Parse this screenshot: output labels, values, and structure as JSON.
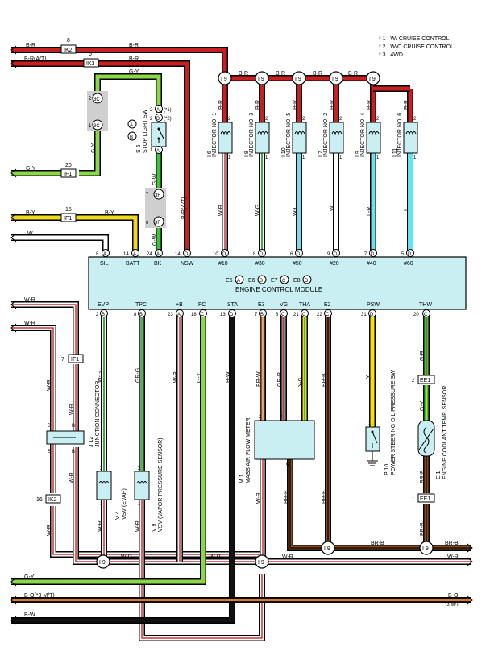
{
  "notes": [
    "* 1 : W/ CRUISE CONTROL",
    "* 2 : W/O CRUISE CONTROL",
    "* 3 : 4WD"
  ],
  "ecm": {
    "name": "ENGINE CONTROL MODULE",
    "connectors": [
      "E5",
      "E6",
      "E7",
      "E8"
    ],
    "connector_letters": [
      "A",
      "B",
      "C",
      "D"
    ],
    "top_pins": [
      {
        "label": "SIL",
        "num": "8",
        "conn": "A"
      },
      {
        "label": "BATT",
        "num": "14",
        "conn": "A"
      },
      {
        "label": "BK",
        "num": "24",
        "conn": "A"
      },
      {
        "label": "NSW",
        "num": "14",
        "conn": "D"
      },
      {
        "label": "#10",
        "num": "10",
        "conn": "D"
      },
      {
        "label": "#30",
        "num": "8",
        "conn": "D"
      },
      {
        "label": "#50",
        "num": "6",
        "conn": "D"
      },
      {
        "label": "#20",
        "num": "9",
        "conn": "D"
      },
      {
        "label": "#40",
        "num": "7",
        "conn": "D"
      },
      {
        "label": "#60",
        "num": "5",
        "conn": "D"
      }
    ],
    "bottom_pins": [
      {
        "label": "EVP",
        "num": "2",
        "conn": "B"
      },
      {
        "label": "TPC",
        "num": "8",
        "conn": "B"
      },
      {
        "label": "+B",
        "num": "23",
        "conn": "A"
      },
      {
        "label": "FC",
        "num": "18",
        "conn": "C"
      },
      {
        "label": "STA",
        "num": "13",
        "conn": "D"
      },
      {
        "label": "E3",
        "num": "7",
        "conn": "B"
      },
      {
        "label": "VG",
        "num": "8",
        "conn": "C"
      },
      {
        "label": "THA",
        "num": "21",
        "conn": "C"
      },
      {
        "label": "E2",
        "num": "22",
        "conn": "C"
      },
      {
        "label": "PSW",
        "num": "31",
        "conn": "D"
      },
      {
        "label": "THW",
        "num": "20",
        "conn": "C"
      }
    ]
  },
  "left_wires": [
    {
      "color": "B-R",
      "tag": "IK2",
      "pin": "8"
    },
    {
      "color": "B-R(A/T)",
      "tag": "IK3",
      "pin": "6"
    },
    {
      "color": "G-Y",
      "tag": "IF1",
      "pin": "20"
    },
    {
      "color": "B-Y",
      "tag": "IF1",
      "pin": "15"
    },
    {
      "color": "W"
    },
    {
      "color": "W-R"
    },
    {
      "color": "W-R"
    },
    {
      "color": "G-Y"
    },
    {
      "color": "B-O(*3 M/T)"
    },
    {
      "color": "B-W"
    }
  ],
  "injectors": [
    {
      "id": "I 6",
      "name": "INJECTOR NO. 1",
      "wire": "W-R"
    },
    {
      "id": "I 8",
      "name": "INJECTOR NO. 3",
      "wire": "W-G"
    },
    {
      "id": "I 10",
      "name": "INJECTOR NO. 5",
      "wire": "W-L"
    },
    {
      "id": "I 7",
      "name": "INJECTOR NO. 2",
      "wire": "W"
    },
    {
      "id": "I 9",
      "name": "INJECTOR NO. 4",
      "wire": "L-R"
    },
    {
      "id": "I 11",
      "name": "INJECTOR NO. 6",
      "wire": "L"
    }
  ],
  "injector_splices": [
    "I 9",
    "I 9",
    "I 9",
    "I 9",
    "I 9"
  ],
  "injector_feed": "B-R",
  "injector_top_wire": "B-R",
  "injector_pins": {
    "top": "2",
    "bottom": "1"
  },
  "stop_light_sw": {
    "id": "S 5",
    "name": "STOP LIGHT SW",
    "conn_a": "A",
    "conn_b": "B",
    "pin_a": "2",
    "pin_b": "1",
    "note_a": "(*1)",
    "note_b": "(*2)"
  },
  "junction_3c": {
    "label": "3C",
    "pin_top": "2",
    "pin_bot": "1"
  },
  "junction_3f": {
    "label": "3F",
    "pin_top": "7",
    "pin_bot": "6"
  },
  "junction_connector": {
    "id": "J 12",
    "name": "JUNCTION CONNECTOR",
    "pins": "B"
  },
  "if1_mid": {
    "tag": "IF1",
    "pin": "7"
  },
  "ik2_low": {
    "tag": "IK2",
    "pin": "16"
  },
  "vsv_evap": {
    "id": "V 4",
    "name": "VSV (EVAP)",
    "pin_top": "2",
    "pin_bot": "1"
  },
  "vsv_vapor": {
    "id": "V 9",
    "name": "VSV (VAPOR PRESSURE SENSOR)",
    "pin_top": "2",
    "pin_bot": "1"
  },
  "maf": {
    "id": "M 1",
    "name": "MASS AIR FLOW METER",
    "pins": [
      "2",
      "3",
      "4",
      "5"
    ]
  },
  "psw": {
    "id": "P 10",
    "name": "POWER STEERING OIL PRESSURE SW",
    "pin": "1"
  },
  "ect": {
    "id": "E 1",
    "name": "ENGINE COOLANT TEMP. SENSOR",
    "pin_top": "2",
    "pin_bot": "1"
  },
  "ee1": [
    "EE1",
    "EE1"
  ],
  "wires": {
    "stop_gy": "G-Y",
    "bw_at": "B-R(A/T)",
    "gy_3c": "G-Y",
    "g_w": "G-W",
    "g_w2": "G-W",
    "evp": "W-G",
    "tpc": "GR-G",
    "plusb": "W-R",
    "fc": "G-Y",
    "sta": "B-W",
    "e3": "BR-W",
    "vg": "GR-R",
    "tha": "Y-G",
    "e2": "BR-B",
    "psw": "Y",
    "thw": "G-R",
    "thw_low": "G-Y",
    "jc_top": "W-R",
    "jc_bot": "W-R",
    "v4_low": "W-R",
    "v9_low": "W-R",
    "maf_low": "W-R",
    "maf_e2": "BR-B",
    "e2_low": "BR-B",
    "ect_low": "BR-B",
    "w_r_bus": "W-R",
    "w_r_bus2": "W-R",
    "br_b_bus": "BR-B",
    "br_b_right": "BR-B",
    "b_o_right": "B-O",
    "b_o_note": "*3 M/T",
    "w_r_right": "W-R"
  },
  "bottom_splices": [
    "I 9",
    "I 9",
    "I 9",
    "I 9"
  ]
}
